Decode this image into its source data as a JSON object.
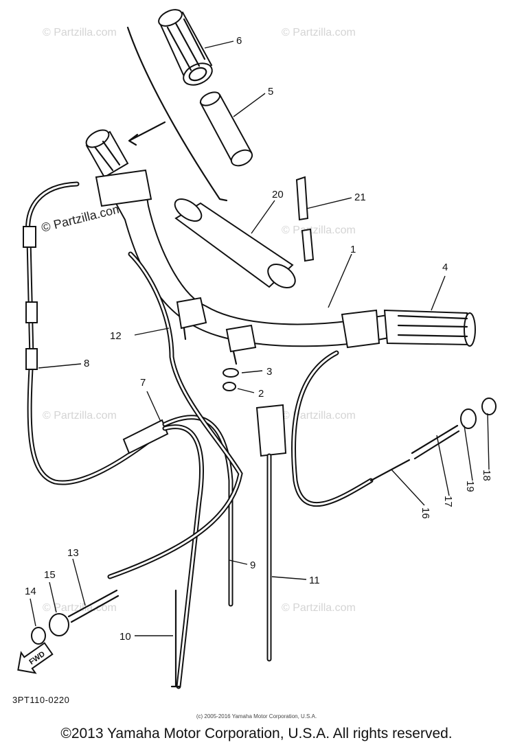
{
  "diagram": {
    "code": "3PT110-0220",
    "copyright_small": "(c) 2005-2016 Yamaha Motor Corporation, U.S.A.",
    "copyright_footer": "©2013 Yamaha Motor Corporation, U.S.A. All rights reserved.",
    "watermark": "© Partzilla.com",
    "fwd_label": "FWD",
    "callouts": [
      "1",
      "2",
      "3",
      "4",
      "5",
      "6",
      "7",
      "8",
      "9",
      "10",
      "11",
      "12",
      "13",
      "14",
      "15",
      "16",
      "17",
      "18",
      "19",
      "20",
      "21"
    ]
  }
}
